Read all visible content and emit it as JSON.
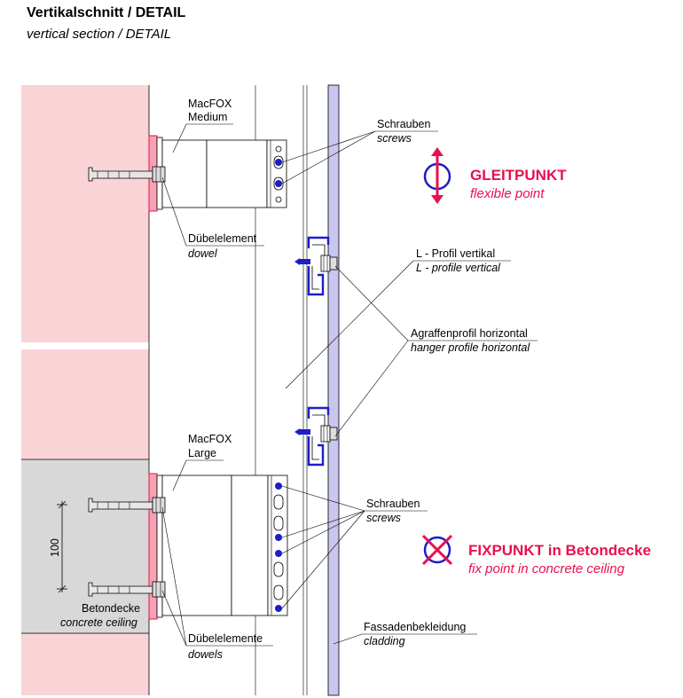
{
  "title": {
    "de": "Vertikalschnitt / DETAIL",
    "en": "vertical section / DETAIL"
  },
  "labels": {
    "macfox_medium_1": "MacFOX",
    "macfox_medium_2": "Medium",
    "macfox_large_1": "MacFOX",
    "macfox_large_2": "Large",
    "screws_top_de": "Schrauben",
    "screws_top_en": "screws",
    "screws_bottom_de": "Schrauben",
    "screws_bottom_en": "screws",
    "dowel_de": "Dübelelement",
    "dowel_en": "dowel",
    "dowels_de": "Dübelelemente",
    "dowels_en": "dowels",
    "lprofile_de": "L - Profil vertikal",
    "lprofile_en": "L - profile vertical",
    "hanger_de": "Agraffenprofil horizontal",
    "hanger_en": "hanger profile horizontal",
    "concrete_de": "Betondecke",
    "concrete_en": "concrete ceiling",
    "cladding_de": "Fassadenbekleidung",
    "cladding_en": "cladding",
    "dimension": "100"
  },
  "legend": {
    "gleitpunkt_de": "GLEITPUNKT",
    "gleitpunkt_en": "flexible point",
    "fixpunkt_de": "FIXPUNKT in Betondecke",
    "fixpunkt_en": "fix point in concrete ceiling"
  },
  "colors": {
    "wall": "#f9d3d6",
    "concrete": "#d8d8d8",
    "cladding": "#c9c6ef",
    "accent": "#e8104f",
    "screw": "#1d1dc8"
  }
}
